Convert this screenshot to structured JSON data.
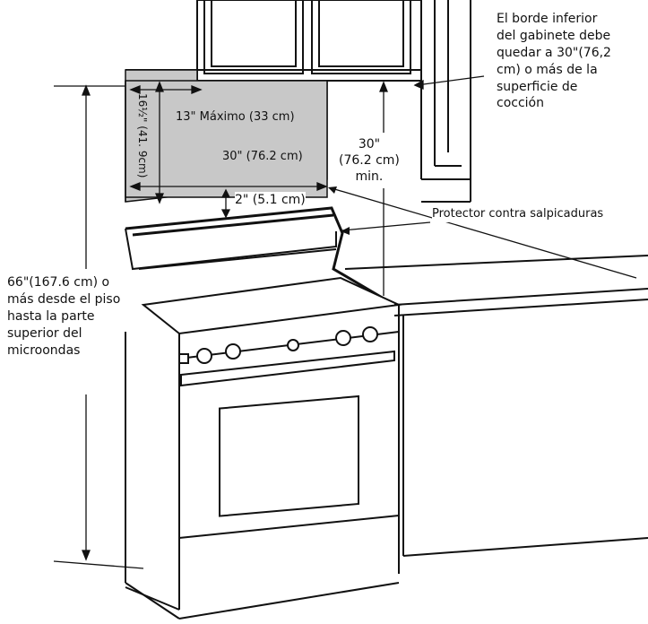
{
  "labels": {
    "cabinet_note": [
      "El borde inferior",
      "del gabinete debe",
      "quedar a 30\"(76,2",
      "cm) o más de la",
      "superficie de",
      "cocción"
    ],
    "max_width": "13\" Máximo (33 cm)",
    "microwave_width": "30\" (76.2 cm)",
    "height_16": "16½\" (41. 9cm)",
    "clearance_30": [
      "30\"",
      "(76.2 cm)",
      "min."
    ],
    "gap_2": "2\" (5.1 cm)",
    "splash_guard": "Protector contra salpicaduras",
    "floor_height": [
      "66\"(167.6 cm) o",
      "más desde el piso",
      "hasta la parte",
      "superior del",
      "microondas"
    ]
  }
}
